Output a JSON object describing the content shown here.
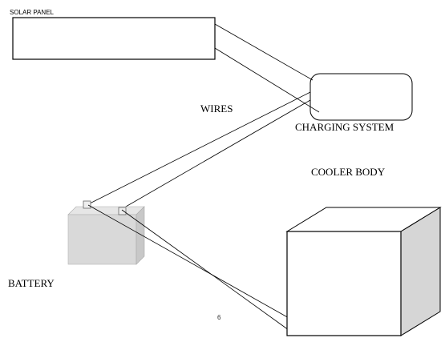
{
  "labels": {
    "solar_panel": "SOLAR PANEL",
    "wires": "WIRES",
    "charging_system": "CHARGING SYSTEM",
    "cooler_body": "COOLER BODY",
    "battery": "BATTERY",
    "page_number": "6"
  },
  "colors": {
    "stroke": "#000000",
    "battery_fill": "#d9d9d9",
    "cooler_side": "#d6d6d6",
    "background": "#ffffff"
  }
}
